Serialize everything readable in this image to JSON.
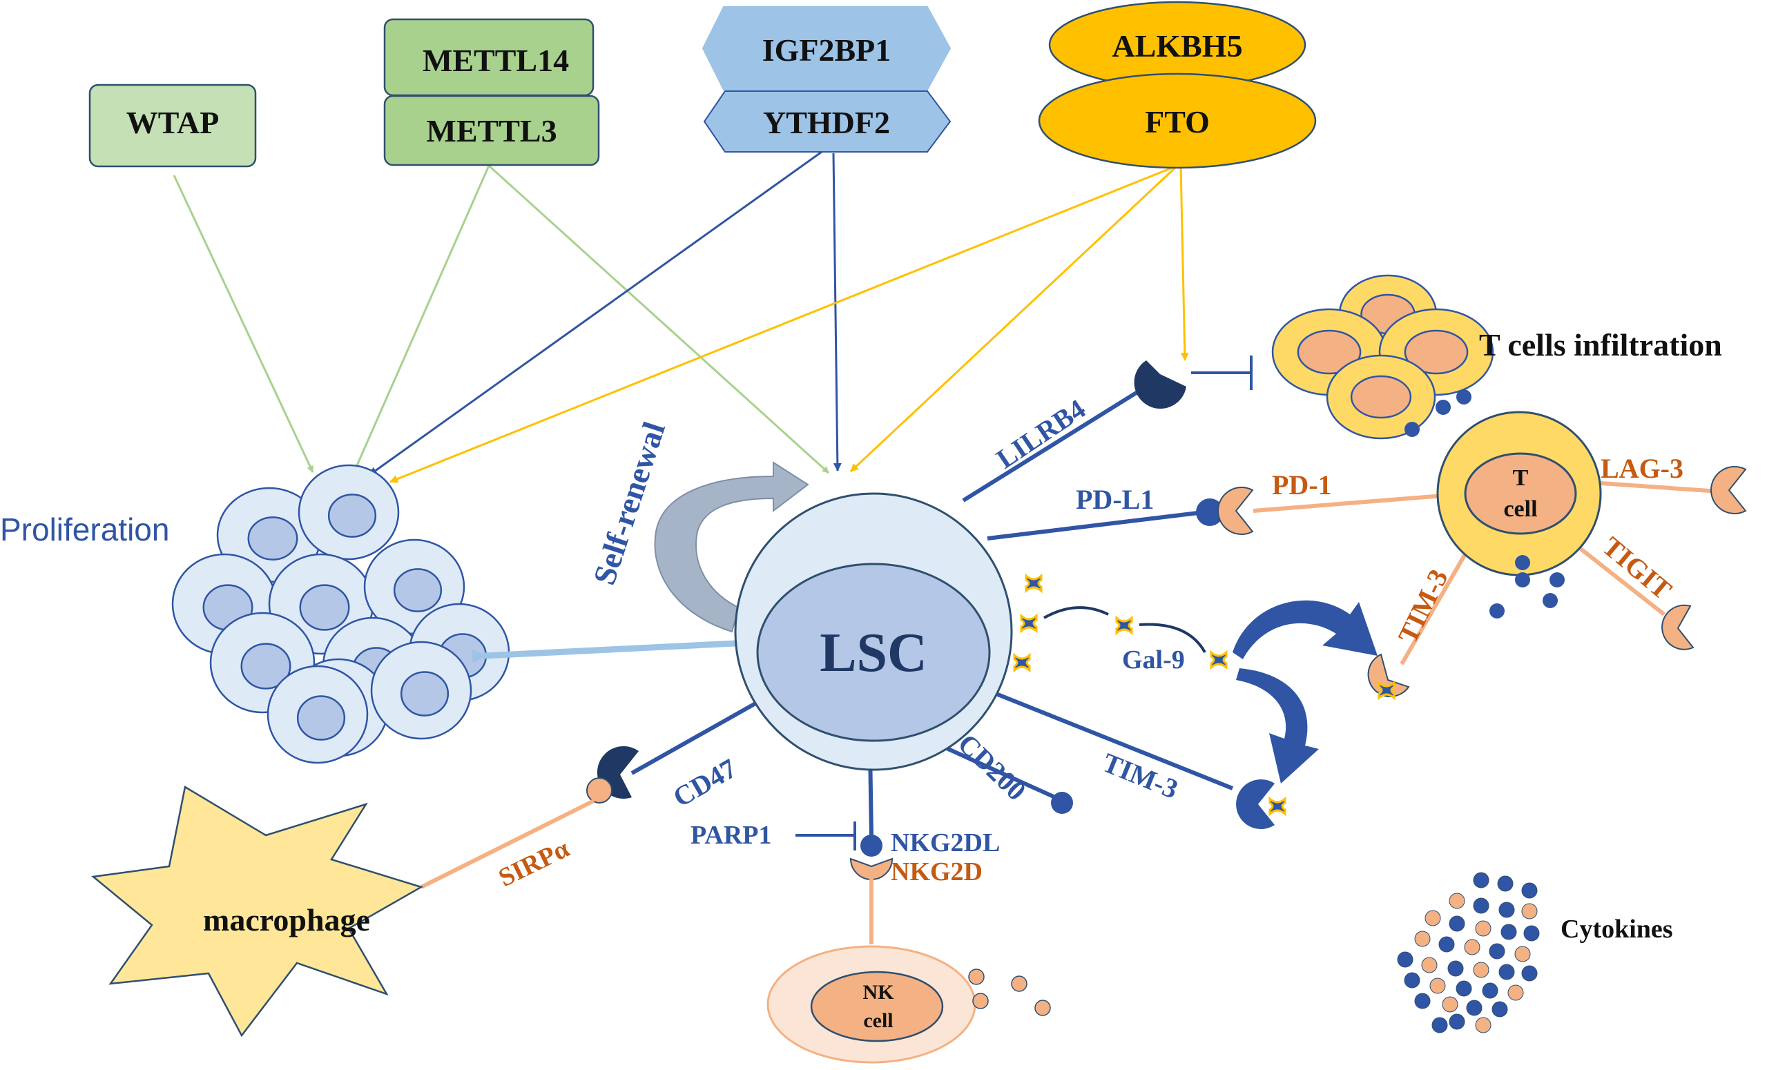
{
  "regulators": {
    "wtap": "WTAP",
    "mettl14": "METTL14",
    "mettl3": "METTL3",
    "igf2bp1": "IGF2BP1",
    "ythdf2": "YTHDF2",
    "alkbh5": "ALKBH5",
    "fto": "FTO"
  },
  "center": {
    "lsc": "LSC",
    "self_renewal": "Self-renewal"
  },
  "outcomes": {
    "proliferation": "Proliferation",
    "t_cells_infiltration": "T cells infiltration",
    "cytokines": "Cytokines"
  },
  "ligands": {
    "lilrb4": "LILRB4",
    "pd_l1": "PD-L1",
    "gal9": "Gal-9",
    "tim3": "TIM-3",
    "cd200": "CD200",
    "nkg2dl": "NKG2DL",
    "cd47": "CD47",
    "parp1": "PARP1"
  },
  "receptors": {
    "pd1": "PD-1",
    "lag3": "LAG-3",
    "tigit": "TIGIT",
    "tim3": "TIM-3",
    "nkg2d": "NKG2D",
    "sirpa": "SIRPα"
  },
  "cells": {
    "t_cell_line1": "T",
    "t_cell_line2": "cell",
    "nk_cell_line1": "NK",
    "nk_cell_line2": "cell",
    "macrophage": "macrophage"
  },
  "colors": {
    "wtap_fill": "#c5e0b4",
    "mettl_fill": "#a9d18e",
    "reader_fill": "#9dc3e6",
    "eraser_fill": "#ffc000",
    "blue_line": "#2f55a4",
    "green_line": "#a9d18e",
    "orange_line": "#ffc000",
    "receptor_line": "#f4b183",
    "receptor_text": "#c55a11",
    "cell_fill": "#deebf7",
    "nucleus_fill": "#b4c7e7",
    "t_cell_fill": "#ffd966",
    "t_nucleus_fill": "#f4b183",
    "macrophage_fill": "#ffe699"
  }
}
